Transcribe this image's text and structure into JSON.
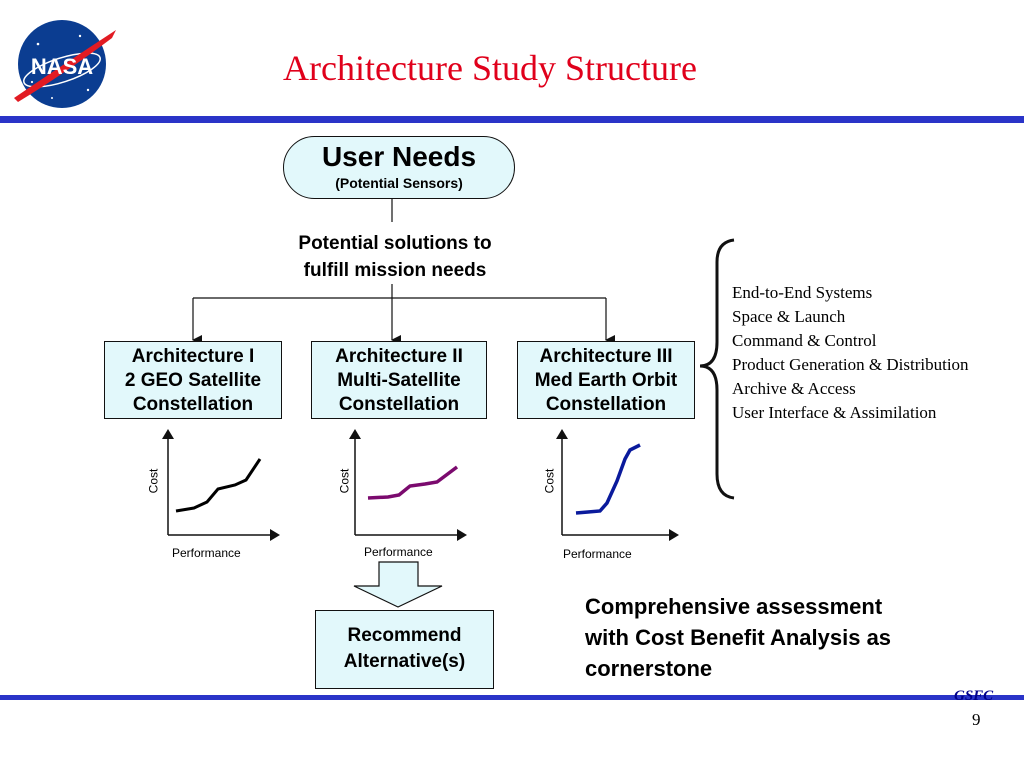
{
  "logo": {
    "text": "NASA",
    "icon": "nasa-meatball-logo"
  },
  "title": "Architecture Study Structure",
  "colors": {
    "title": "#e0001b",
    "rule": "#2a34c8",
    "box_fill": "#e2f8fb",
    "curve_1": "#000000",
    "curve_2": "#7b0a6e",
    "curve_3": "#0a1a9c"
  },
  "user_needs": {
    "title": "User Needs",
    "subtitle": "(Potential Sensors)"
  },
  "solutions_text": {
    "line1": "Potential solutions to",
    "line2": "fulfill mission needs"
  },
  "architectures": [
    {
      "line1": "Architecture I",
      "line2": "2 GEO Satellite",
      "line3": "Constellation"
    },
    {
      "line1": "Architecture II",
      "line2": "Multi-Satellite",
      "line3": "Constellation"
    },
    {
      "line1": "Architecture III",
      "line2": "Med Earth Orbit",
      "line3": "Constellation"
    }
  ],
  "mini_charts": [
    {
      "y_label": "Cost",
      "x_label": "Performance"
    },
    {
      "y_label": "Cost",
      "x_label": "Performance"
    },
    {
      "y_label": "Cost",
      "x_label": "Performance"
    }
  ],
  "elements_list": [
    "End-to-End Systems",
    "Space & Launch",
    "Command & Control",
    "Product Generation & Distribution",
    "Archive & Access",
    "User Interface & Assimilation"
  ],
  "recommend": {
    "line1": "Recommend",
    "line2": "Alternative(s)"
  },
  "assessment": {
    "line1": "Comprehensive assessment",
    "line2": "with Cost Benefit Analysis as",
    "line3": "cornerstone"
  },
  "footer": {
    "org": "GSFC",
    "page": "9"
  }
}
